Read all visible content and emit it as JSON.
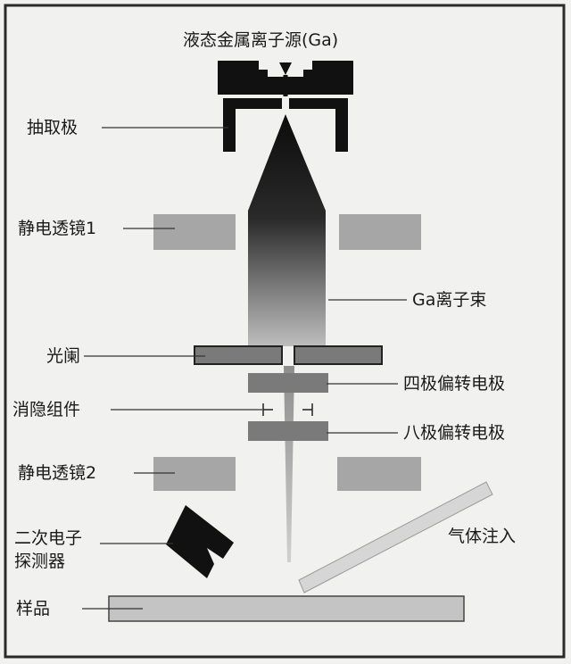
{
  "diagram": {
    "labels": {
      "source": "液态金属离子源(Ga)",
      "extractor": "抽取极",
      "lens1": "静电透镜1",
      "beam": "Ga离子束",
      "aperture": "光阑",
      "quadrupole": "四极偏转电极",
      "blanker": "消隐组件",
      "octupole": "八极偏转电极",
      "lens2": "静电透镜2",
      "detector_line1": "二次电子",
      "detector_line2": "探测器",
      "gas": "气体注入",
      "sample": "样品"
    },
    "colors": {
      "background": "#f1f1ef",
      "frame": "#2a2a2a",
      "dark": "#111111",
      "lens": "#a6a6a6",
      "plate": "#7a7a7a",
      "sample": "#c4c4c4",
      "gas_nozzle": "#d6d6d6"
    }
  }
}
